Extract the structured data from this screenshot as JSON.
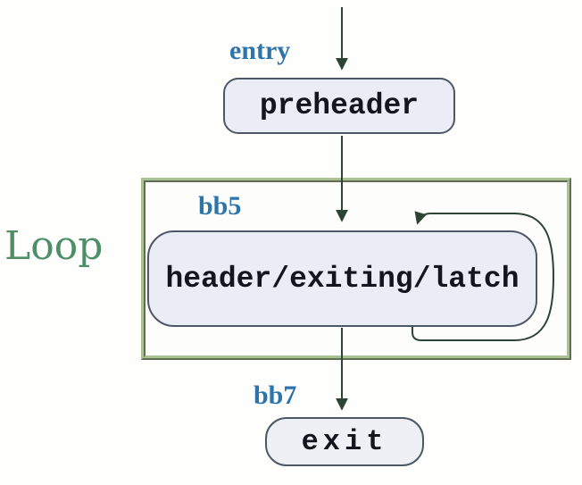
{
  "diagram": {
    "type": "control-flow-graph",
    "region_label": "Loop",
    "nodes": [
      {
        "id": "preheader",
        "label": "preheader"
      },
      {
        "id": "bb5",
        "block": "bb5",
        "label": "header/exiting/latch",
        "region": "Loop"
      },
      {
        "id": "exit",
        "block": "bb7",
        "label": "exit"
      }
    ],
    "edges": [
      {
        "from": "entry",
        "to": "preheader",
        "label": "entry"
      },
      {
        "from": "preheader",
        "to": "bb5",
        "label": ""
      },
      {
        "from": "bb5",
        "to": "bb5",
        "label": "",
        "type": "self-loop"
      },
      {
        "from": "bb5",
        "to": "exit",
        "label": "bb7"
      }
    ],
    "colors": {
      "node_fill": "#eaedf5",
      "node_border": "#4e5865",
      "node_text": "#14161d",
      "edge_label_blue": "#2d74ab",
      "loop_label_green": "#4e8e68",
      "loop_region_border": "#a9c193",
      "arrow": "#2c4335",
      "background": "#fefefd"
    }
  }
}
